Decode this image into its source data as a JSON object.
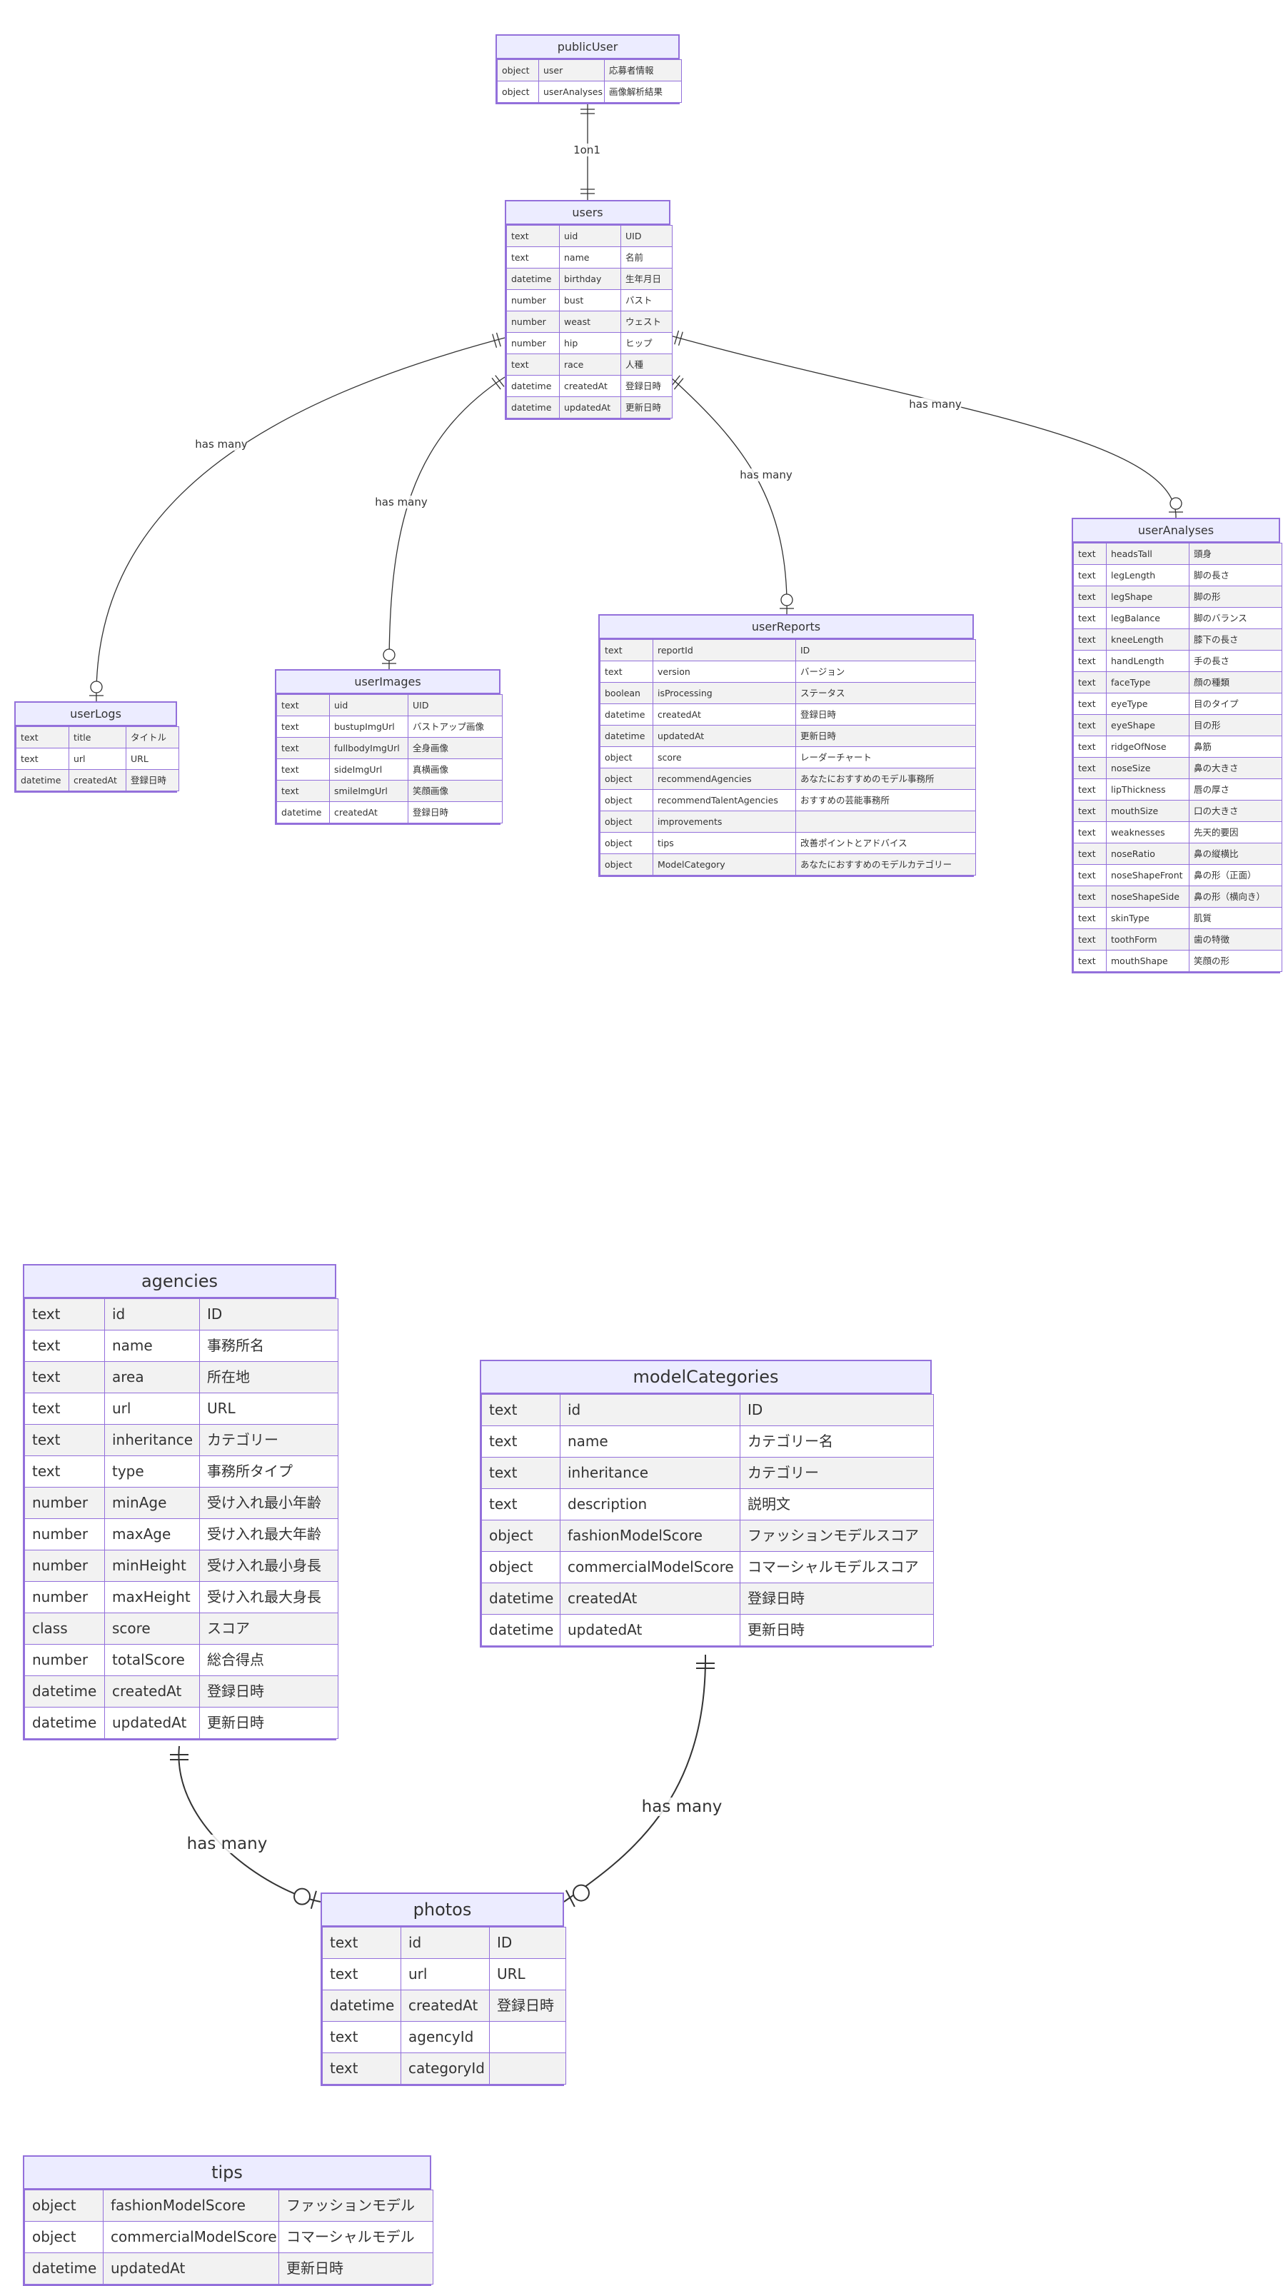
{
  "colors": {
    "border": "#9370DB",
    "header": "#ECECFF",
    "stripe": "#f2f2f2",
    "line": "#333333"
  },
  "entities": {
    "publicUser": {
      "title": "publicUser",
      "rows": [
        [
          "object",
          "user",
          "応募者情報"
        ],
        [
          "object",
          "userAnalyses",
          "画像解析結果"
        ]
      ]
    },
    "users": {
      "title": "users",
      "rows": [
        [
          "text",
          "uid",
          "UID"
        ],
        [
          "text",
          "name",
          "名前"
        ],
        [
          "datetime",
          "birthday",
          "生年月日"
        ],
        [
          "number",
          "bust",
          "バスト"
        ],
        [
          "number",
          "weast",
          "ウェスト"
        ],
        [
          "number",
          "hip",
          "ヒップ"
        ],
        [
          "text",
          "race",
          "人種"
        ],
        [
          "datetime",
          "createdAt",
          "登録日時"
        ],
        [
          "datetime",
          "updatedAt",
          "更新日時"
        ]
      ]
    },
    "userLogs": {
      "title": "userLogs",
      "rows": [
        [
          "text",
          "title",
          "タイトル"
        ],
        [
          "text",
          "url",
          "URL"
        ],
        [
          "datetime",
          "createdAt",
          "登録日時"
        ]
      ]
    },
    "userImages": {
      "title": "userImages",
      "rows": [
        [
          "text",
          "uid",
          "UID"
        ],
        [
          "text",
          "bustupImgUrl",
          "バストアップ画像"
        ],
        [
          "text",
          "fullbodyImgUrl",
          "全身画像"
        ],
        [
          "text",
          "sideImgUrl",
          "真横画像"
        ],
        [
          "text",
          "smileImgUrl",
          "笑顔画像"
        ],
        [
          "datetime",
          "createdAt",
          "登録日時"
        ]
      ]
    },
    "userReports": {
      "title": "userReports",
      "rows": [
        [
          "text",
          "reportId",
          "ID"
        ],
        [
          "text",
          "version",
          "バージョン"
        ],
        [
          "boolean",
          "isProcessing",
          "ステータス"
        ],
        [
          "datetime",
          "createdAt",
          "登録日時"
        ],
        [
          "datetime",
          "updatedAt",
          "更新日時"
        ],
        [
          "object",
          "score",
          "レーダーチャート"
        ],
        [
          "object",
          "recommendAgencies",
          "あなたにおすすめのモデル事務所"
        ],
        [
          "object",
          "recommendTalentAgencies",
          "おすすめの芸能事務所"
        ],
        [
          "object",
          "improvements",
          ""
        ],
        [
          "object",
          "tips",
          "改善ポイントとアドバイス"
        ],
        [
          "object",
          "ModelCategory",
          "あなたにおすすめのモデルカテゴリー"
        ]
      ]
    },
    "userAnalyses": {
      "title": "userAnalyses",
      "rows": [
        [
          "text",
          "headsTall",
          "頭身"
        ],
        [
          "text",
          "legLength",
          "脚の長さ"
        ],
        [
          "text",
          "legShape",
          "脚の形"
        ],
        [
          "text",
          "legBalance",
          "脚のバランス"
        ],
        [
          "text",
          "kneeLength",
          "膝下の長さ"
        ],
        [
          "text",
          "handLength",
          "手の長さ"
        ],
        [
          "text",
          "faceType",
          "顔の種類"
        ],
        [
          "text",
          "eyeType",
          "目のタイプ"
        ],
        [
          "text",
          "eyeShape",
          "目の形"
        ],
        [
          "text",
          "ridgeOfNose",
          "鼻筋"
        ],
        [
          "text",
          "noseSize",
          "鼻の大きさ"
        ],
        [
          "text",
          "lipThickness",
          "唇の厚さ"
        ],
        [
          "text",
          "mouthSize",
          "口の大きさ"
        ],
        [
          "text",
          "weaknesses",
          "先天的要因"
        ],
        [
          "text",
          "noseRatio",
          "鼻の縦横比"
        ],
        [
          "text",
          "noseShapeFront",
          "鼻の形（正面）"
        ],
        [
          "text",
          "noseShapeSide",
          "鼻の形（横向き）"
        ],
        [
          "text",
          "skinType",
          "肌質"
        ],
        [
          "text",
          "toothForm",
          "歯の特徴"
        ],
        [
          "text",
          "mouthShape",
          "笑顔の形"
        ]
      ]
    },
    "agencies": {
      "title": "agencies",
      "rows": [
        [
          "text",
          "id",
          "ID"
        ],
        [
          "text",
          "name",
          "事務所名"
        ],
        [
          "text",
          "area",
          "所在地"
        ],
        [
          "text",
          "url",
          "URL"
        ],
        [
          "text",
          "inheritance",
          "カテゴリー"
        ],
        [
          "text",
          "type",
          "事務所タイプ"
        ],
        [
          "number",
          "minAge",
          "受け入れ最小年齢"
        ],
        [
          "number",
          "maxAge",
          "受け入れ最大年齢"
        ],
        [
          "number",
          "minHeight",
          "受け入れ最小身長"
        ],
        [
          "number",
          "maxHeight",
          "受け入れ最大身長"
        ],
        [
          "class",
          "score",
          "スコア"
        ],
        [
          "number",
          "totalScore",
          "総合得点"
        ],
        [
          "datetime",
          "createdAt",
          "登録日時"
        ],
        [
          "datetime",
          "updatedAt",
          "更新日時"
        ]
      ]
    },
    "modelCategories": {
      "title": "modelCategories",
      "rows": [
        [
          "text",
          "id",
          "ID"
        ],
        [
          "text",
          "name",
          "カテゴリー名"
        ],
        [
          "text",
          "inheritance",
          "カテゴリー"
        ],
        [
          "text",
          "description",
          "説明文"
        ],
        [
          "object",
          "fashionModelScore",
          "ファッションモデルスコア"
        ],
        [
          "object",
          "commercialModelScore",
          "コマーシャルモデルスコア"
        ],
        [
          "datetime",
          "createdAt",
          "登録日時"
        ],
        [
          "datetime",
          "updatedAt",
          "更新日時"
        ]
      ]
    },
    "photos": {
      "title": "photos",
      "rows": [
        [
          "text",
          "id",
          "ID"
        ],
        [
          "text",
          "url",
          "URL"
        ],
        [
          "datetime",
          "createdAt",
          "登録日時"
        ],
        [
          "text",
          "agencyId",
          ""
        ],
        [
          "text",
          "categoryId",
          ""
        ]
      ]
    },
    "tips": {
      "title": "tips",
      "rows": [
        [
          "object",
          "fashionModelScore",
          "ファッションモデル"
        ],
        [
          "object",
          "commercialModelScore",
          "コマーシャルモデル"
        ],
        [
          "datetime",
          "updatedAt",
          "更新日時"
        ]
      ]
    }
  },
  "relationships": [
    {
      "from": "publicUser",
      "to": "users",
      "label": "1on1",
      "from_card": "exactly-one",
      "to_card": "exactly-one"
    },
    {
      "from": "users",
      "to": "userLogs",
      "label": "has many",
      "from_card": "exactly-one",
      "to_card": "zero-or-one"
    },
    {
      "from": "users",
      "to": "userImages",
      "label": "has many",
      "from_card": "exactly-one",
      "to_card": "zero-or-one"
    },
    {
      "from": "users",
      "to": "userReports",
      "label": "has many",
      "from_card": "exactly-one",
      "to_card": "zero-or-one"
    },
    {
      "from": "users",
      "to": "userAnalyses",
      "label": "has many",
      "from_card": "exactly-one",
      "to_card": "zero-or-one"
    },
    {
      "from": "agencies",
      "to": "photos",
      "label": "has many",
      "from_card": "exactly-one",
      "to_card": "zero-or-one"
    },
    {
      "from": "modelCategories",
      "to": "photos",
      "label": "has many",
      "from_card": "exactly-one",
      "to_card": "zero-or-one"
    }
  ]
}
